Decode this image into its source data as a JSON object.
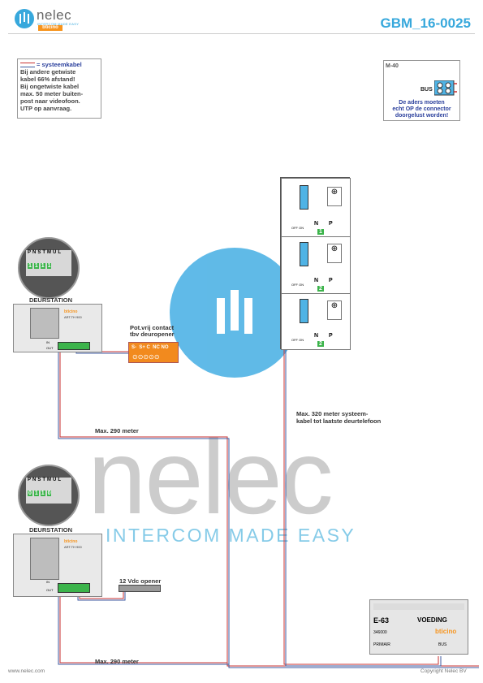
{
  "header": {
    "brand": "nelec",
    "brand_sub": "INTERCOM MADE EASY",
    "bticino": "bticino",
    "doc_code": "GBM_16-0025"
  },
  "note_left": {
    "title": "= systeemkabel",
    "lines": [
      "Bij andere getwiste",
      "kabel 66% afstand!",
      "Bij ongetwiste kabel",
      "max. 50 meter buiten-",
      "post naar videofoon.",
      "UTP op aanvraag."
    ]
  },
  "note_right": {
    "model": "M-40",
    "bus_label": "BUS",
    "lines": [
      "De aders moeten",
      "echt OP de connector",
      "doorgelust worden!"
    ]
  },
  "station_top": {
    "keypad_labels": [
      "P",
      "N",
      "S",
      "T",
      "M",
      "U",
      "L"
    ],
    "keypad_values": [
      "1",
      "1",
      "1",
      "1"
    ],
    "title": "DEURSTATION",
    "model": "ART.TH 900",
    "in_label": "IN",
    "out_label": "OUT"
  },
  "station_bottom": {
    "keypad_labels": [
      "P",
      "N",
      "S",
      "T",
      "M",
      "U",
      "L"
    ],
    "keypad_values": [
      "0",
      "1",
      "1",
      "0"
    ],
    "title": "DEURSTATION",
    "model": "ART.TH 900",
    "in_label": "IN",
    "out_label": "OUT"
  },
  "relay": {
    "label_line1": "Pot.vrij contact",
    "label_line2": "tbv deuropener",
    "terminals": "S-  S+ C  NC NO"
  },
  "opener": {
    "label": "12 Vdc opener"
  },
  "phones": [
    {
      "switch_label": "OFF ON",
      "n_label": "N",
      "p_label": "P",
      "n_value": "1"
    },
    {
      "switch_label": "OFF ON",
      "n_label": "N",
      "p_label": "P",
      "n_value": "2"
    },
    {
      "switch_label": "OFF ON",
      "n_label": "N",
      "p_label": "P",
      "n_value": "2"
    }
  ],
  "cable_labels": {
    "top": "Max. 290 meter",
    "bottom": "Max. 290 meter",
    "riser_line1": "Max. 320 meter systeem-",
    "riser_line2": "kabel tot laatste deurtelefoon"
  },
  "power": {
    "model": "E-63",
    "title": "VOEDING",
    "bticino": "bticino",
    "part": "346000",
    "primair": "PRIMAIR",
    "bus_label": "BUS"
  },
  "watermark": {
    "word": "nelec",
    "tagline": "INTERCOM MADE EASY"
  },
  "footer": {
    "website": "www.nelec.com",
    "copyright": "Copyright Nelec BV"
  },
  "colors": {
    "accent": "#37a8dc",
    "cable_red": "#c83232",
    "cable_blue": "#3c5aa0",
    "label_blue": "#2a3f9c",
    "relay_orange": "#f28a1e",
    "terminal_green": "#3cb44b"
  }
}
